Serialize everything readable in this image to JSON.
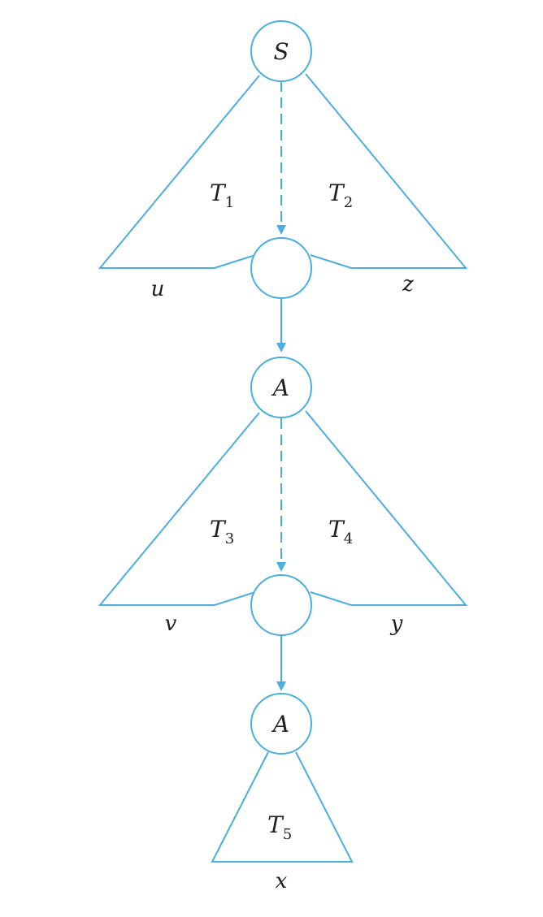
{
  "colors": {
    "accent": "#4aaee0",
    "text": "#231f20"
  },
  "nodes": {
    "root": "S",
    "mid": "A",
    "bottom": "A"
  },
  "trees": [
    {
      "base": "T",
      "sub": "1"
    },
    {
      "base": "T",
      "sub": "2"
    },
    {
      "base": "T",
      "sub": "3"
    },
    {
      "base": "T",
      "sub": "4"
    },
    {
      "base": "T",
      "sub": "5"
    }
  ],
  "strings": {
    "u": "u",
    "z": "z",
    "v": "v",
    "y": "y",
    "x": "x"
  }
}
